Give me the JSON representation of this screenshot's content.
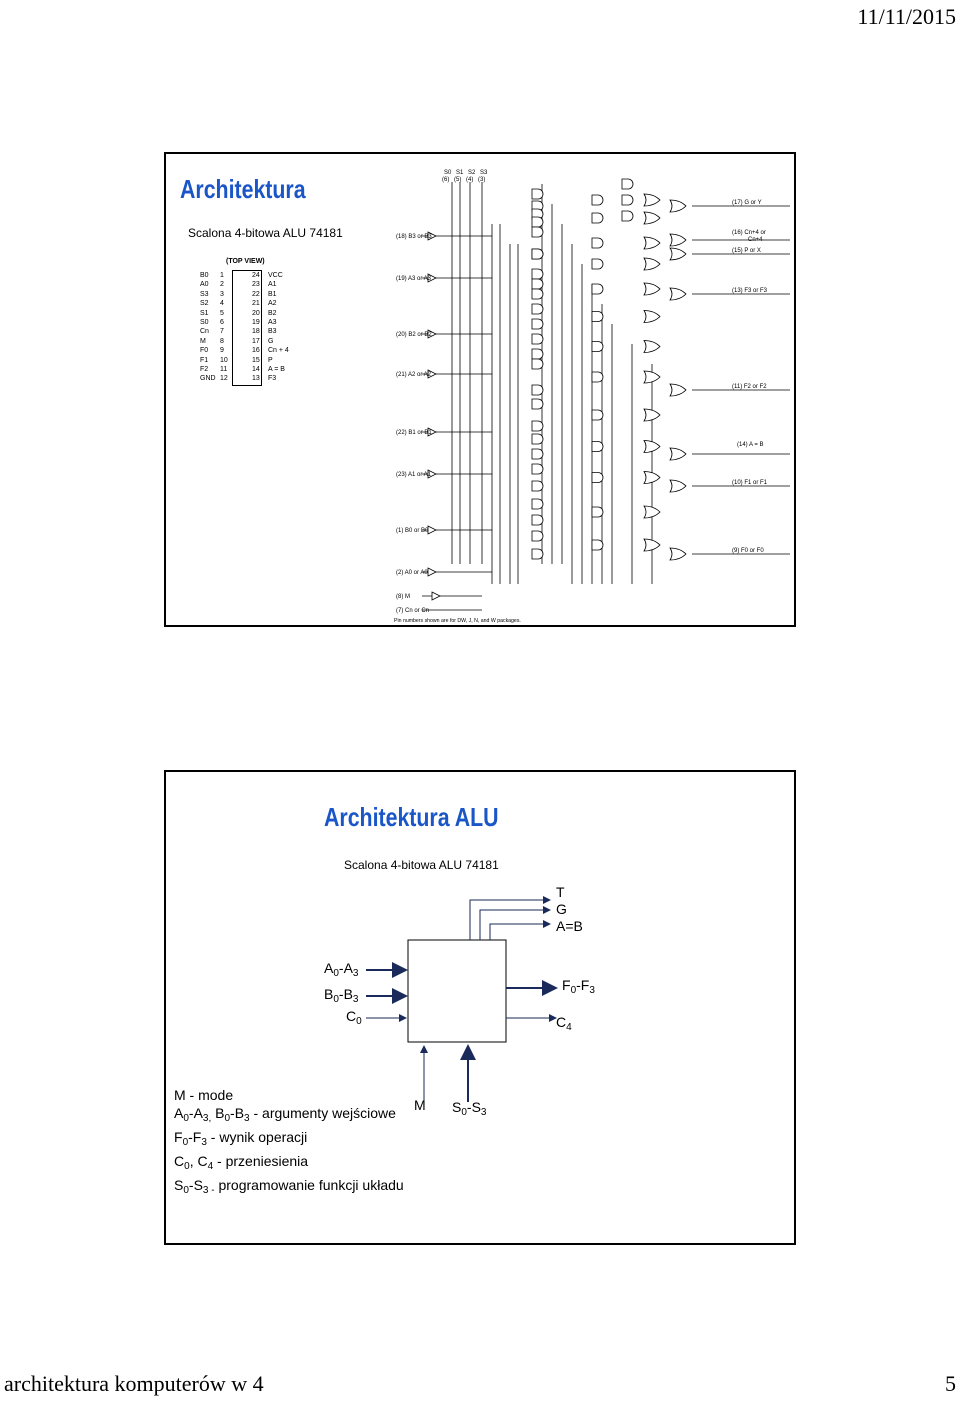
{
  "header": {
    "date": "11/11/2015"
  },
  "slide1": {
    "title": "Architektura",
    "subtitle": "Scalona 4-bitowa ALU 74181",
    "pinout": {
      "caption": "(TOP VIEW)",
      "left": [
        {
          "num": "1",
          "name": "B0"
        },
        {
          "num": "2",
          "name": "A0"
        },
        {
          "num": "3",
          "name": "S3"
        },
        {
          "num": "4",
          "name": "S2"
        },
        {
          "num": "5",
          "name": "S1"
        },
        {
          "num": "6",
          "name": "S0"
        },
        {
          "num": "7",
          "name": "Cn"
        },
        {
          "num": "8",
          "name": "M"
        },
        {
          "num": "9",
          "name": "F0"
        },
        {
          "num": "10",
          "name": "F1"
        },
        {
          "num": "11",
          "name": "F2"
        },
        {
          "num": "12",
          "name": "GND"
        }
      ],
      "right": [
        {
          "num": "24",
          "name": "VCC"
        },
        {
          "num": "23",
          "name": "A1"
        },
        {
          "num": "22",
          "name": "B1"
        },
        {
          "num": "21",
          "name": "A2"
        },
        {
          "num": "20",
          "name": "B2"
        },
        {
          "num": "19",
          "name": "A3"
        },
        {
          "num": "18",
          "name": "B3"
        },
        {
          "num": "17",
          "name": "G"
        },
        {
          "num": "16",
          "name": "Cn + 4"
        },
        {
          "num": "15",
          "name": "P"
        },
        {
          "num": "14",
          "name": "A = B"
        },
        {
          "num": "13",
          "name": "F3"
        }
      ]
    },
    "schematic": {
      "select_top": [
        "S0",
        "S1",
        "S2",
        "S3"
      ],
      "select_pins": [
        "(6)",
        "(5)",
        "(4)",
        "(3)"
      ],
      "inputs": [
        "(18) B3 or B3",
        "(19) A3 or A3",
        "(20) B2 or B2",
        "(21) A2 or A2",
        "(22) B1 or B1",
        "(23) A1 or A1",
        "(1) B0 or B0",
        "(2) A0 or A0",
        "(8) M",
        "(7) Cn or Cn"
      ],
      "outputs": [
        "(17) G or Y",
        "(16) Cn+4 or",
        "Cn+4",
        "(15) P or X",
        "(13) F3 or F3",
        "(11) F2 or F2",
        "(14) A = B",
        "(10) F1 or F1",
        "(9) F0 or F0"
      ],
      "note": "Pin numbers shown are for DW, J, N, and W packages."
    }
  },
  "slide2": {
    "title": "Architektura ALU",
    "subtitle": "Scalona 4-bitowa ALU 74181",
    "outputs_top": [
      "T",
      "G",
      "A=B"
    ],
    "inputs_left": {
      "a": "A",
      "a_sub0": "0",
      "a_dash": "-A",
      "a_sub3": "3",
      "b": "B",
      "b_sub0": "0",
      "b_dash": "-B",
      "b_sub3": "3",
      "c": "C",
      "c_sub": "0"
    },
    "outputs_right": {
      "f": "F",
      "f_sub0": "0",
      "f_dash": "-F",
      "f_sub3": "3",
      "c": "C",
      "c_sub": "4"
    },
    "bottom_inputs": {
      "m": "M",
      "s": "S",
      "s_sub0": "0",
      "s_dash": "-S",
      "s_sub3": "3"
    },
    "legend": {
      "l1": "M - mode",
      "l2_rest": "- argumenty wejściowe",
      "l3_rest": "- wynik operacji",
      "l4_rest": "- przeniesienia",
      "l5_rest": "programowanie funkcji układu"
    }
  },
  "footer": {
    "text": "architektura komputerów w 4",
    "page": "5"
  }
}
